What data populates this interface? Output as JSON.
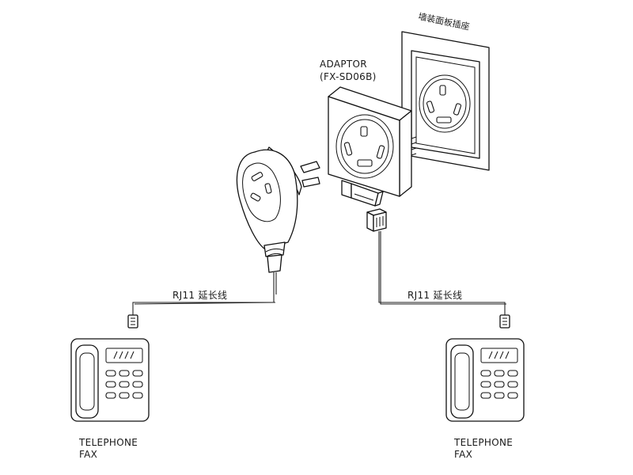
{
  "labels": {
    "wall_socket": "墙装面板插座",
    "adaptor": "ADAPTOR",
    "adaptor_model": "(FX-SD06B)",
    "cord_left": "RJ11 延长线",
    "cord_right": "RJ11 延长线",
    "device_left": {
      "line1": "TELEPHONE",
      "line2": "FAX"
    },
    "device_right": {
      "line1": "TELEPHONE",
      "line2": "FAX"
    }
  }
}
